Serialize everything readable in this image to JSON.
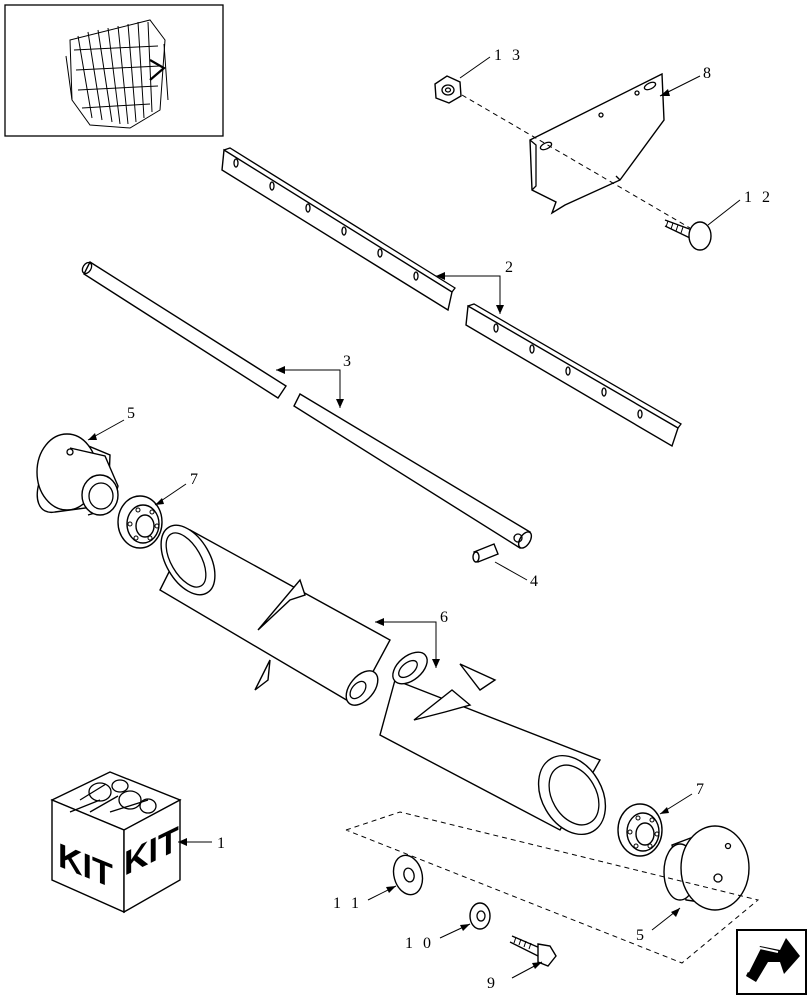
{
  "diagram": {
    "callouts": {
      "c13": "1 3",
      "c8": "8",
      "c12": "1 2",
      "c2": "2",
      "c3": "3",
      "c5_top": "5",
      "c7_top": "7",
      "c4": "4",
      "c6": "6",
      "c1": "1",
      "c7_bottom": "7",
      "c11": "1 1",
      "c10": "1 0",
      "c5_bottom": "5",
      "c9": "9"
    },
    "kit_box": {
      "label_left": "KIT",
      "label_right": "KIT"
    },
    "nav_icon": "next-page-arrow-icon"
  }
}
